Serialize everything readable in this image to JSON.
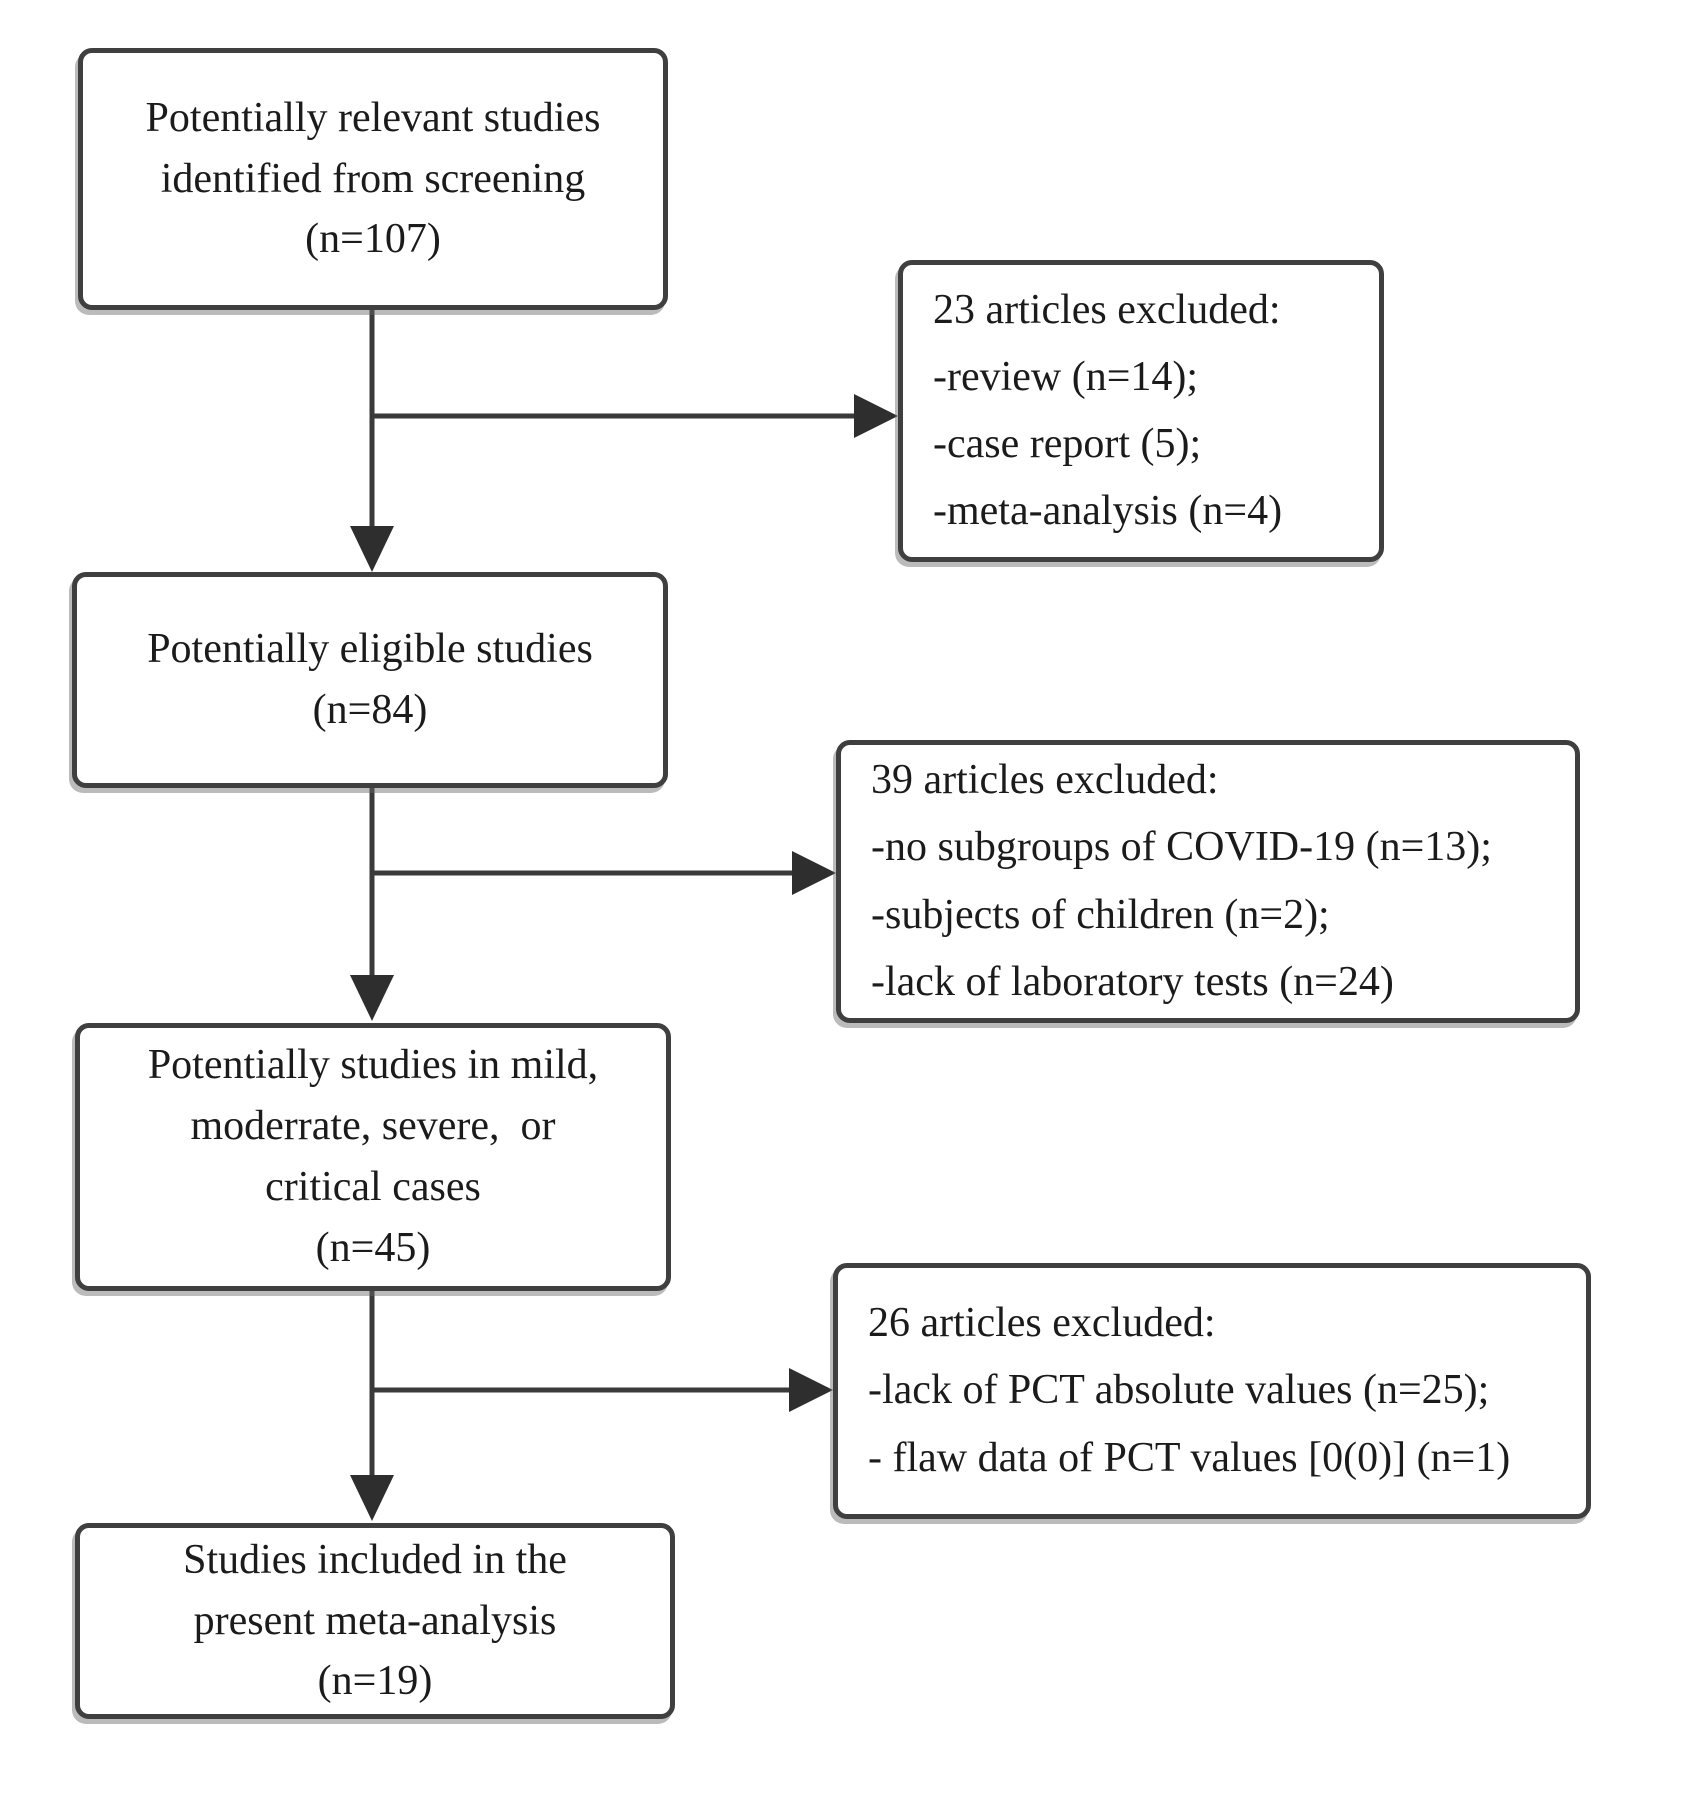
{
  "flow": {
    "colors": {
      "box_border": "#3f3f3f",
      "connector": "#3a3a3a",
      "text": "#1b1b1b",
      "background": "#ffffff"
    },
    "main_boxes": [
      {
        "id": "screening",
        "lines": [
          "Potentially relevant studies",
          "identified from screening",
          "(n=107)"
        ]
      },
      {
        "id": "eligible",
        "lines": [
          "Potentially eligible studies",
          "(n=84)"
        ]
      },
      {
        "id": "severity",
        "lines": [
          "Potentially studies in mild,",
          "moderrate, severe,  or",
          "critical cases",
          "(n=45)"
        ]
      },
      {
        "id": "included",
        "lines": [
          "Studies included in the",
          "present meta-analysis",
          "(n=19)"
        ]
      }
    ],
    "exclusion_boxes": [
      {
        "id": "excluded-screening",
        "lines": [
          "23 articles excluded:",
          "-review (n=14);",
          "-case report (5);",
          "-meta-analysis (n=4)"
        ]
      },
      {
        "id": "excluded-eligible",
        "lines": [
          "39 articles excluded:",
          "-no subgroups of COVID-19 (n=13);",
          "-subjects of children (n=2);",
          "-lack of laboratory tests (n=24)"
        ]
      },
      {
        "id": "excluded-severity",
        "lines": [
          "26 articles excluded:",
          "-lack of PCT absolute values (n=25);",
          "- flaw data of PCT values [0(0)] (n=1)"
        ]
      }
    ]
  }
}
